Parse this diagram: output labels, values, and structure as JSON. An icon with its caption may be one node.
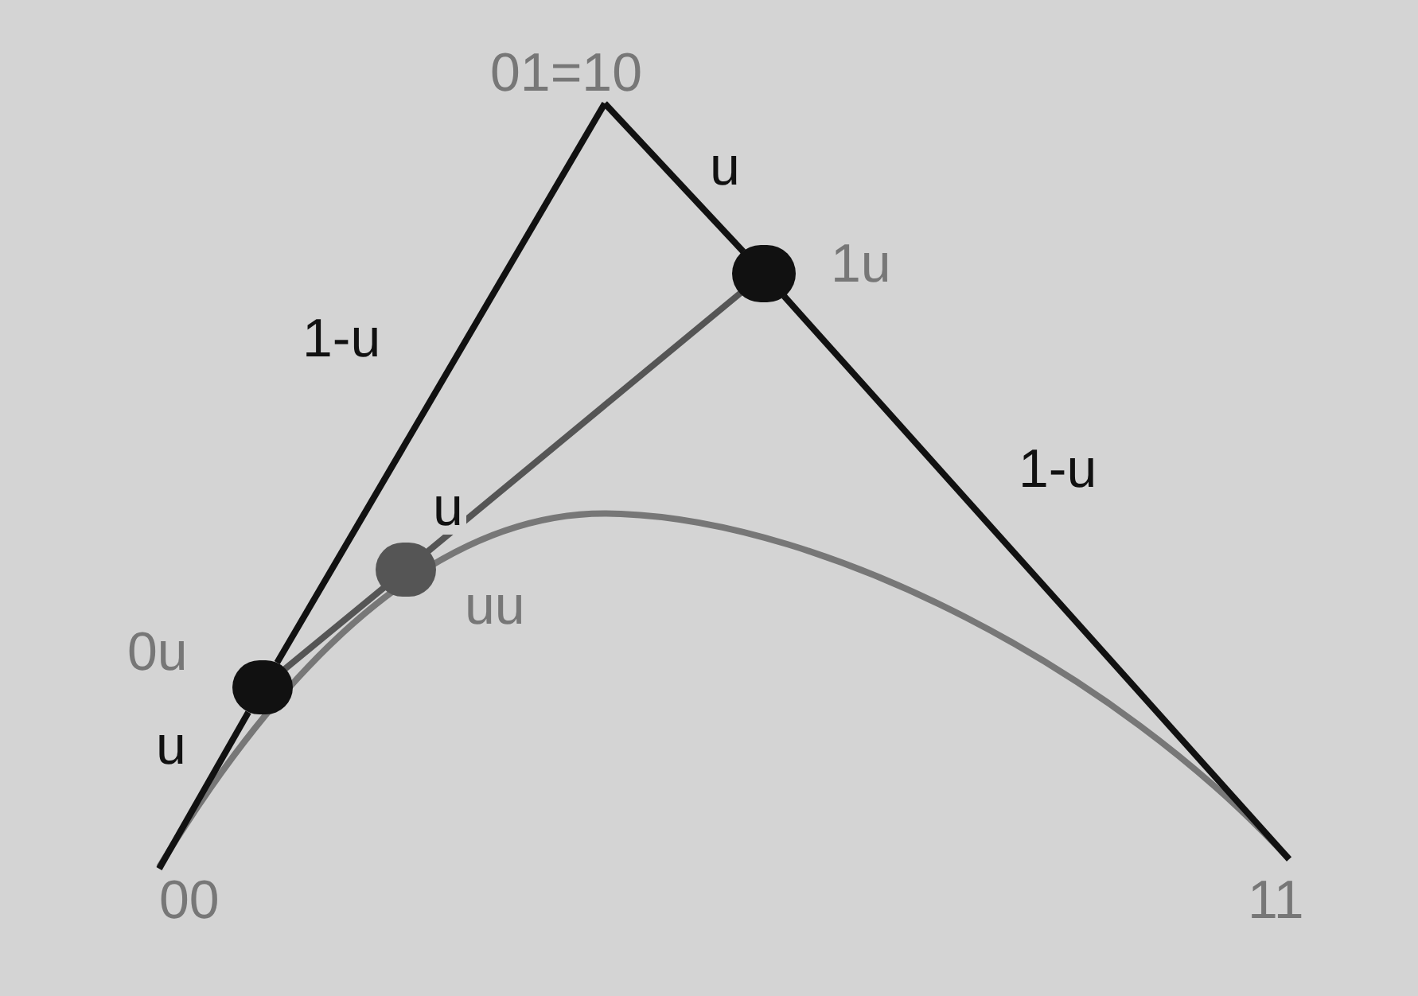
{
  "diagram": {
    "nodes": [
      {
        "text": [
          "00"
        ]
      },
      {
        "text": [
          "01=10"
        ]
      },
      {
        "text": [
          "11"
        ]
      },
      {
        "text": [],
        "shape": "circle",
        "beside": [
          "0u"
        ]
      },
      {
        "text": [],
        "shape": "circle",
        "beside": [
          "1u"
        ]
      },
      {
        "text": [],
        "shape": "circle",
        "beside": [
          "uu"
        ]
      }
    ],
    "edges": [
      {
        "from": 0,
        "to": 3,
        "arrow": "none",
        "label": "u"
      },
      {
        "from": 3,
        "to": 1,
        "arrow": "none",
        "label": "1-u"
      },
      {
        "from": 1,
        "to": 4,
        "arrow": "none",
        "label": "u"
      },
      {
        "from": 4,
        "to": 2,
        "arrow": "none",
        "label": "1-u"
      },
      {
        "from": 3,
        "to": 5,
        "arrow": "none",
        "label": "u",
        "color": "#555555"
      },
      {
        "from": 5,
        "to": 4,
        "arrow": "none",
        "color": "#555555"
      }
    ]
  }
}
